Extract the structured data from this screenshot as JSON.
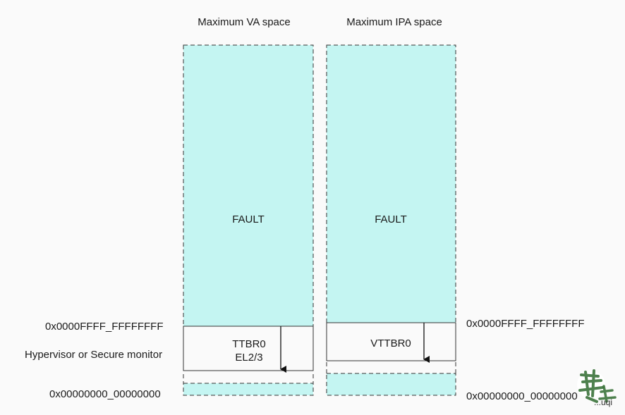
{
  "va_space": {
    "title": "Maximum VA space",
    "fault_label": "FAULT",
    "ttbr_label_line1": "TTBR0",
    "ttbr_label_line2": "EL2/3",
    "top_address": "0x0000FFFF_FFFFFFFF",
    "bottom_address": "0x00000000_00000000",
    "region_label": "Hypervisor or Secure monitor"
  },
  "ipa_space": {
    "title": "Maximum IPA space",
    "fault_label": "FAULT",
    "ttbr_label": "VTTBR0",
    "top_address": "0x0000FFFF_FFFFFFFF",
    "bottom_address": "0x00000000_00000000"
  },
  "colors": {
    "fault_fill": "#c4f5f2",
    "mapped_fill": "#fafafa",
    "border": "#333333"
  },
  "watermark": {
    "text": "...uqi"
  }
}
